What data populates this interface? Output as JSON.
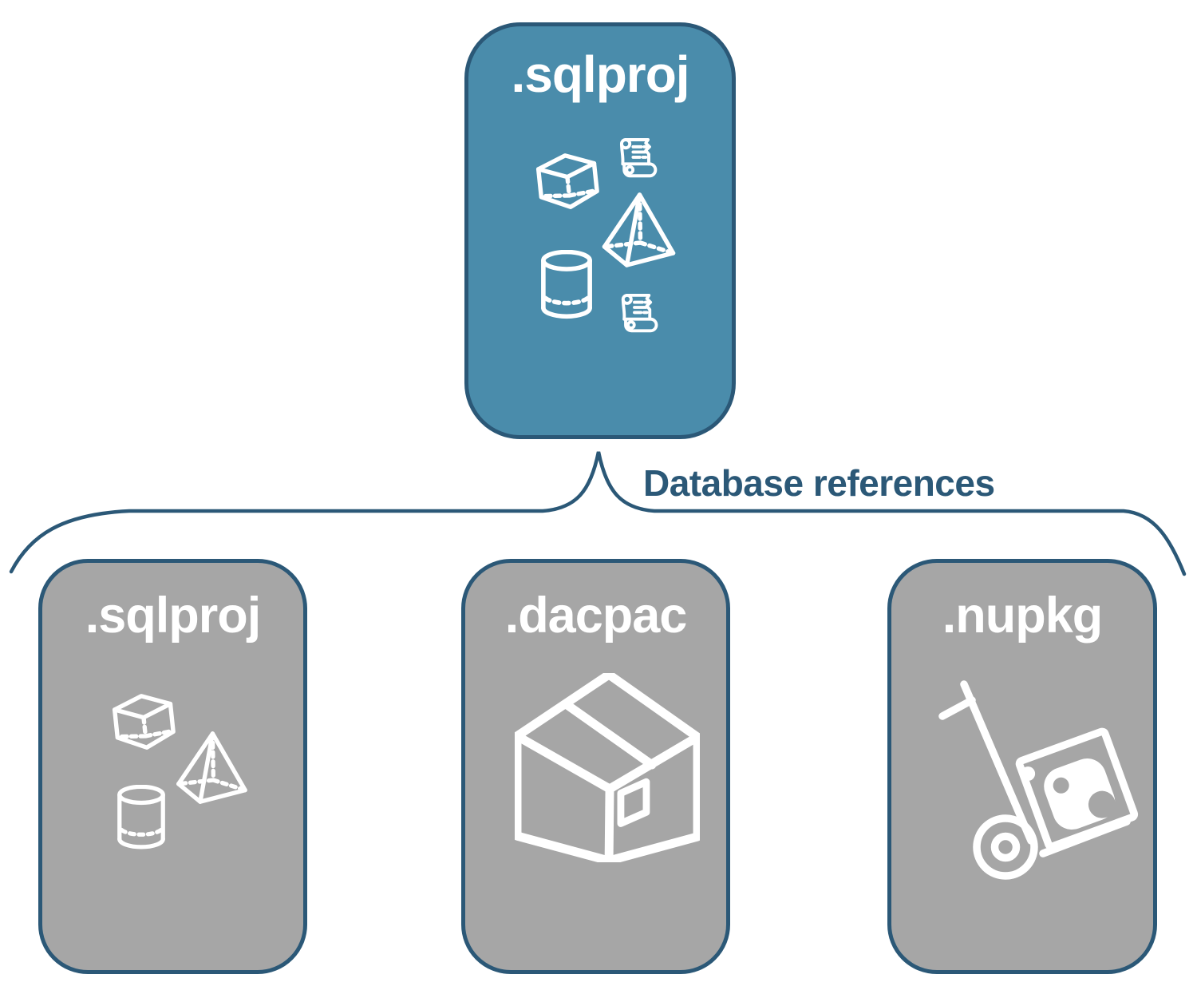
{
  "diagram": {
    "title_hint": "SQL project database references diagram",
    "root": {
      "label": ".sqlproj",
      "variant": "highlighted",
      "icons": [
        "cube-icon",
        "scroll-icon",
        "pyramid-icon",
        "cylinder-icon",
        "scroll-icon"
      ]
    },
    "edge_label": "Database references",
    "children": [
      {
        "label": ".sqlproj",
        "icons": [
          "cube-icon",
          "pyramid-icon",
          "cylinder-icon"
        ]
      },
      {
        "label": ".dacpac",
        "icons": [
          "package-box-icon"
        ]
      },
      {
        "label": ".nupkg",
        "icons": [
          "hand-truck-icon"
        ]
      }
    ],
    "colors": {
      "background": "#FFFFFF",
      "highlight_fill": "#4A8CAB",
      "node_fill": "#A6A6A6",
      "outline": "#2B5877",
      "icon_stroke": "#FFFFFF"
    }
  }
}
